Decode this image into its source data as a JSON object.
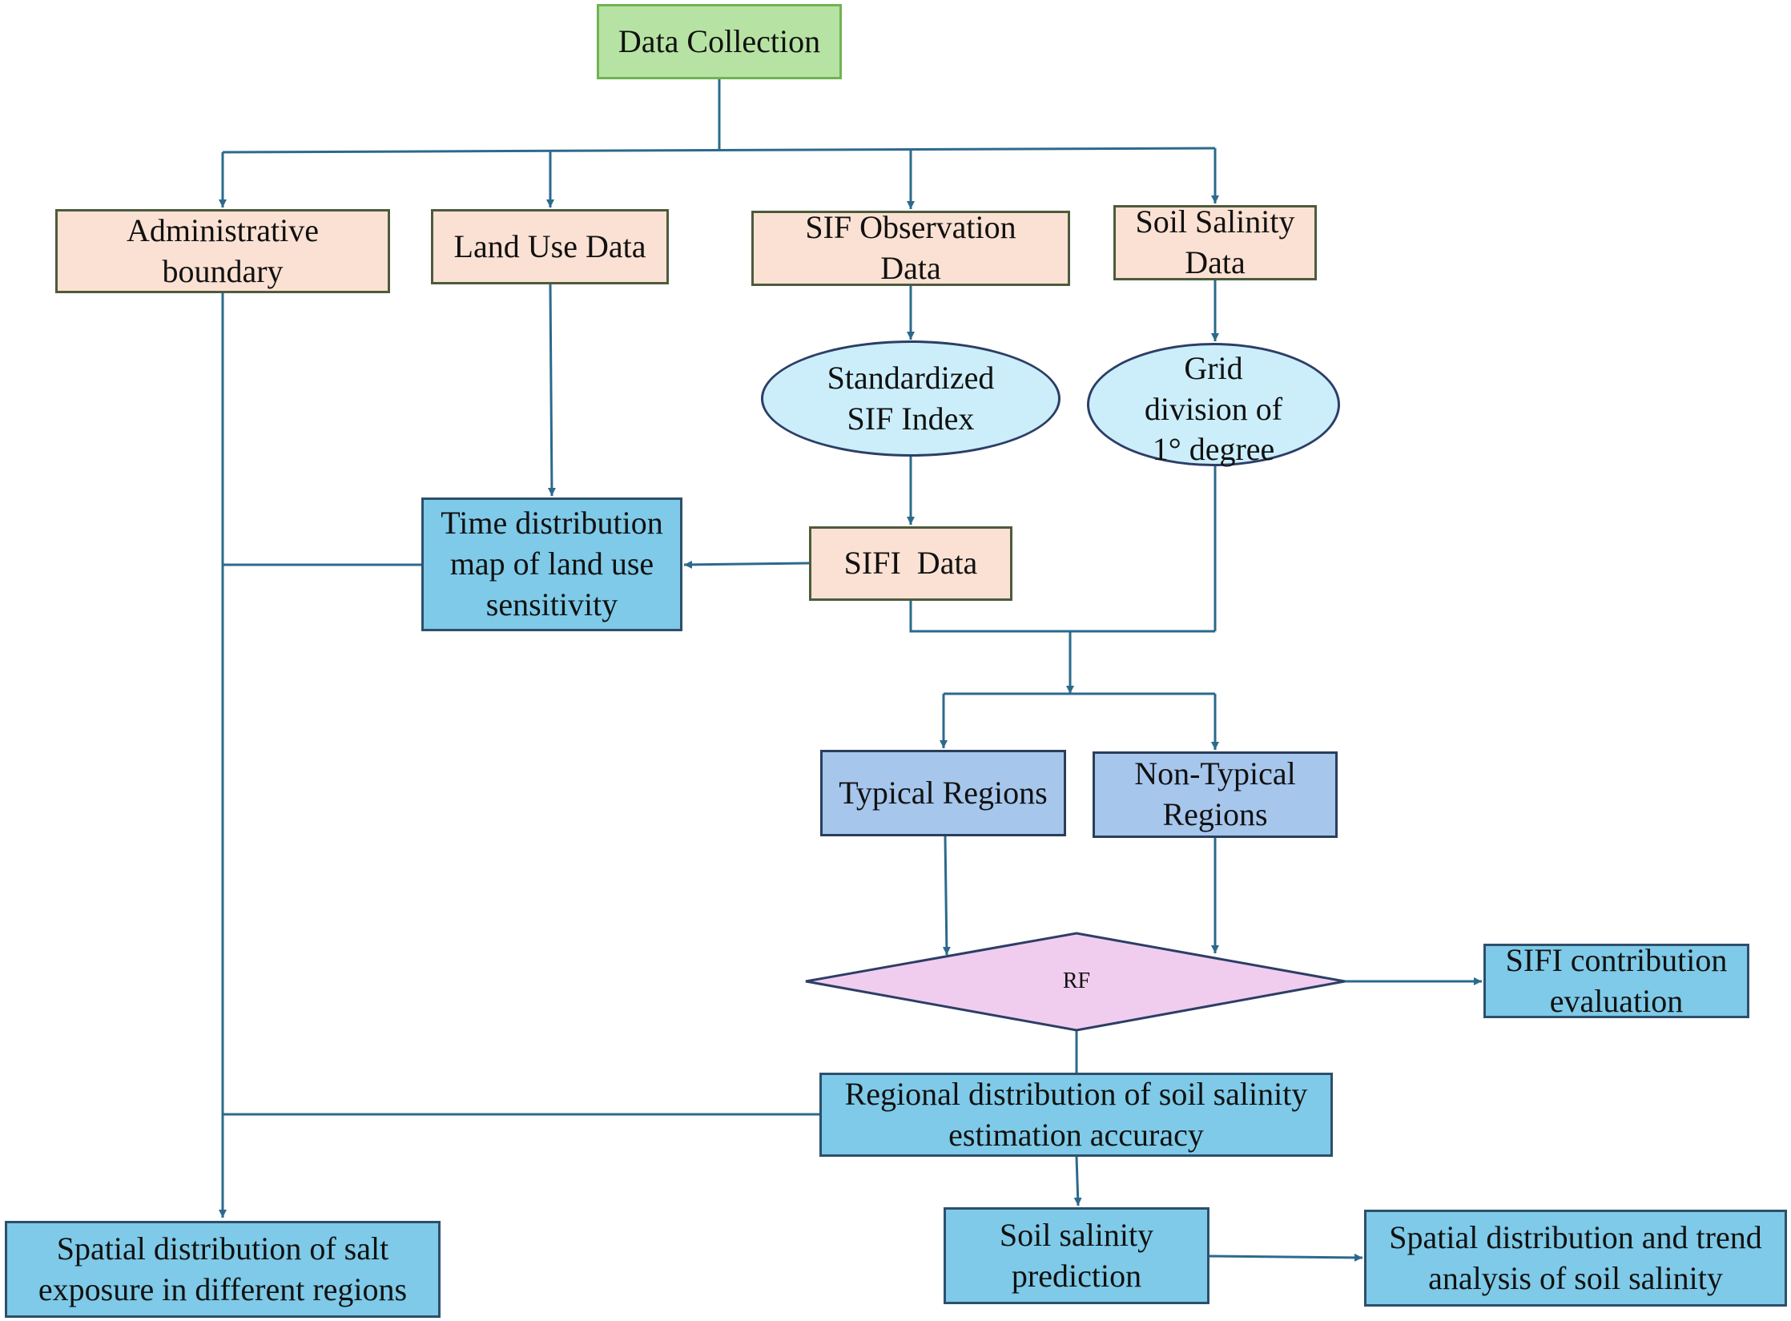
{
  "colors": {
    "line": "#2b6a8c",
    "start_fill": "#b6e3a3",
    "data_fill": "#fbe1d3",
    "process_fill": "#cbeefa",
    "result_fill": "#7ecae8",
    "region_fill": "#a6c6ec",
    "decision_fill": "#f0cdee"
  },
  "nodes": {
    "data_collection": "Data Collection",
    "admin_boundary": "Administrative boundary",
    "land_use_data": "Land Use Data",
    "sif_observation": "SIF Observation Data",
    "soil_salinity_data": "Soil Salinity Data",
    "standardized_sif": "Standardized SIF Index",
    "grid_division": "Grid division of 1° degree",
    "time_distribution": "Time distribution map of land use sensitivity",
    "sifi_data": "SIFI  Data",
    "typical_regions": "Typical Regions",
    "non_typical_regions": "Non-Typical Regions",
    "rf": "RF",
    "sifi_contribution": "SIFI contribution evaluation",
    "regional_distribution": "Regional distribution of soil salinity estimation accuracy",
    "soil_salinity_prediction": "Soil salinity prediction",
    "spatial_salt_exposure": "Spatial distribution of salt exposure in different regions",
    "spatial_trend": "Spatial distribution and trend analysis of soil salinity"
  }
}
